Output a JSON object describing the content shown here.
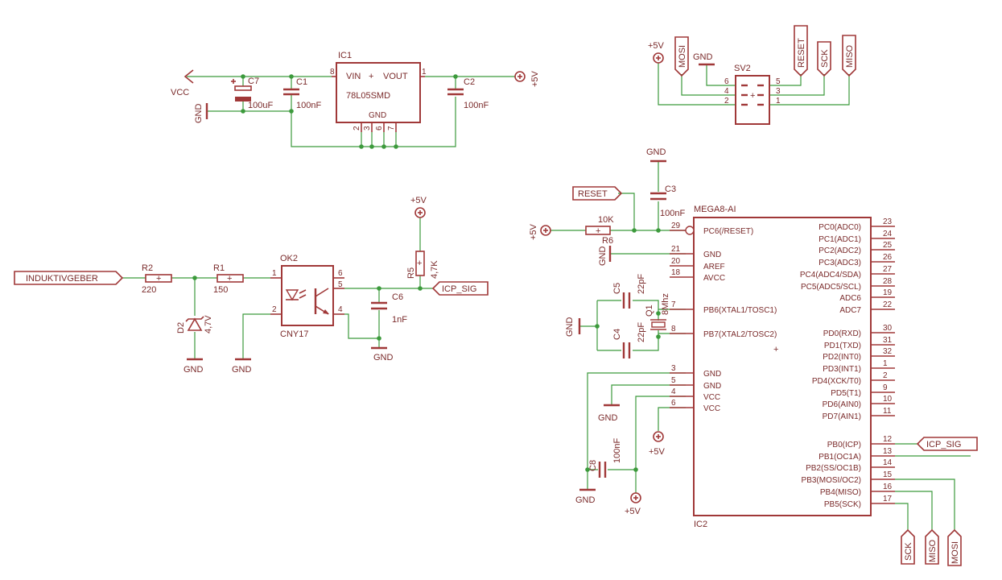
{
  "supply": {
    "vcc": "VCC",
    "gnd": "GND",
    "p5v": "+5V"
  },
  "ic1": {
    "ref": "IC1",
    "value": "78L05SMD",
    "vin": "VIN",
    "vout": "VOUT",
    "gnd": "GND",
    "pins": {
      "vin": "8",
      "vout": "1",
      "g2": "2",
      "g3": "3",
      "g6": "6",
      "g7": "7"
    }
  },
  "c7": {
    "ref": "C7",
    "value": "100uF"
  },
  "c1": {
    "ref": "C1",
    "value": "100nF"
  },
  "c2": {
    "ref": "C2",
    "value": "100nF"
  },
  "sv2": {
    "ref": "SV2",
    "signals": {
      "mosi": "MOSI",
      "reset": "RESET",
      "sck": "SCK",
      "miso": "MISO"
    },
    "pins": [
      "6",
      "4",
      "2",
      "5",
      "3",
      "1"
    ]
  },
  "input": {
    "label": "INDUKTIVGEBER"
  },
  "r2": {
    "ref": "R2",
    "value": "220"
  },
  "r1": {
    "ref": "R1",
    "value": "150"
  },
  "d2": {
    "ref": "D2",
    "value": "4,7V"
  },
  "ok2": {
    "ref": "OK2",
    "value": "CNY17",
    "pins": [
      "1",
      "2",
      "6",
      "5",
      "4"
    ]
  },
  "r5": {
    "ref": "R5",
    "value": "4,7K"
  },
  "c6": {
    "ref": "C6",
    "value": "1nF"
  },
  "icp": {
    "label": "ICP_SIG"
  },
  "reset_label": "RESET",
  "c3": {
    "ref": "C3",
    "value": "100nF"
  },
  "r6": {
    "ref": "R6",
    "value": "10K"
  },
  "c5": {
    "ref": "C5",
    "value": "22pF"
  },
  "c4": {
    "ref": "C4",
    "value": "22pF"
  },
  "q1": {
    "ref": "Q1",
    "value": "8Mhz"
  },
  "c8": {
    "ref": "C8",
    "value": "100nF"
  },
  "ic2": {
    "ref": "IC2",
    "value": "MEGA8-AI",
    "left_pins": [
      {
        "num": "29",
        "name": "PC6(/RESET)"
      },
      {
        "num": "21",
        "name": "GND"
      },
      {
        "num": "20",
        "name": "AREF"
      },
      {
        "num": "18",
        "name": "AVCC"
      },
      {
        "num": "7",
        "name": "PB6(XTAL1/TOSC1)"
      },
      {
        "num": "8",
        "name": "PB7(XTAL2/TOSC2)"
      },
      {
        "num": "3",
        "name": "GND"
      },
      {
        "num": "5",
        "name": "GND"
      },
      {
        "num": "4",
        "name": "VCC"
      },
      {
        "num": "6",
        "name": "VCC"
      }
    ],
    "right_pins": [
      {
        "num": "23",
        "name": "PC0(ADC0)"
      },
      {
        "num": "24",
        "name": "PC1(ADC1)"
      },
      {
        "num": "25",
        "name": "PC2(ADC2)"
      },
      {
        "num": "26",
        "name": "PC3(ADC3)"
      },
      {
        "num": "27",
        "name": "PC4(ADC4/SDA)"
      },
      {
        "num": "28",
        "name": "PC5(ADC5/SCL)"
      },
      {
        "num": "19",
        "name": "ADC6"
      },
      {
        "num": "22",
        "name": "ADC7"
      },
      {
        "num": "30",
        "name": "PD0(RXD)"
      },
      {
        "num": "31",
        "name": "PD1(TXD)"
      },
      {
        "num": "32",
        "name": "PD2(INT0)"
      },
      {
        "num": "1",
        "name": "PD3(INT1)"
      },
      {
        "num": "2",
        "name": "PD4(XCK/T0)"
      },
      {
        "num": "9",
        "name": "PD5(T1)"
      },
      {
        "num": "10",
        "name": "PD6(AIN0)"
      },
      {
        "num": "11",
        "name": "PD7(AIN1)"
      },
      {
        "num": "12",
        "name": "PB0(ICP)"
      },
      {
        "num": "13",
        "name": "PB1(OC1A)"
      },
      {
        "num": "14",
        "name": "PB2(SS/OC1B)"
      },
      {
        "num": "15",
        "name": "PB3(MOSI/OC2)"
      },
      {
        "num": "16",
        "name": "PB4(MISO)"
      },
      {
        "num": "17",
        "name": "PB5(SCK)"
      }
    ]
  },
  "bottom_labels": {
    "sck": "SCK",
    "miso": "MISO",
    "mosi": "MOSI"
  },
  "colors": {
    "component": "#a03838",
    "wire": "#3c9a3c",
    "text": "#7a2a2a",
    "background": "#ffffff"
  }
}
